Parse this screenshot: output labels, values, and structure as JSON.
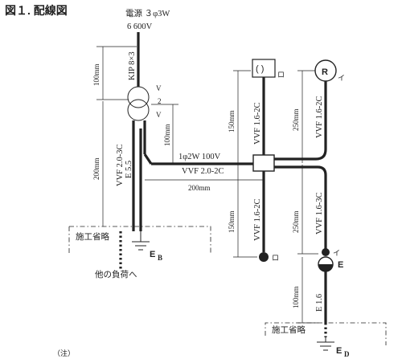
{
  "title": "図１. 配線図",
  "source": {
    "line1": "電源 ３φ3W",
    "line2": "6 600V"
  },
  "cables": {
    "kip": "KIP 8×3",
    "vvf_20_3c": "VVF 2.0-3C",
    "e55": "E 5.5",
    "vvf_20_2c": "VVF 2.0-2C",
    "vvf_16_2c_top": "VVF 1.6-2C",
    "vvf_16_2c_right": "VVF 1.6-2C",
    "vvf_16_2c_bottom": "VVF 1.6-2C",
    "vvf_16_3c": "VVF 1.6-3C",
    "e16": "E 1.6"
  },
  "transformer": {
    "v1": "V",
    "num": "2",
    "v2": "V",
    "supply": "1φ2W 100V"
  },
  "dimensions": {
    "d100_top": "100mm",
    "d200_left": "200mm",
    "d100_mid": "100mm",
    "d200_horiz": "200mm",
    "d150_upper": "150mm",
    "d250_upper": "250mm",
    "d150_lower": "150mm",
    "d250_lower": "250mm",
    "d100_bottom": "100mm"
  },
  "fixtures": {
    "ceiling_symbol": "( )",
    "ceiling_ro": "ロ",
    "r_symbol": "R",
    "r_i": "イ",
    "switch_ro": "ロ",
    "switch_i": "イ",
    "outlet_e": "E"
  },
  "boxes": {
    "omit_left": "施工省略",
    "omit_right": "施工省略",
    "other_load": "他の負荷へ"
  },
  "grounds": {
    "eb_main": "E",
    "eb_sub": "B",
    "ed_main": "E",
    "ed_sub": "D"
  },
  "note": "（注）"
}
